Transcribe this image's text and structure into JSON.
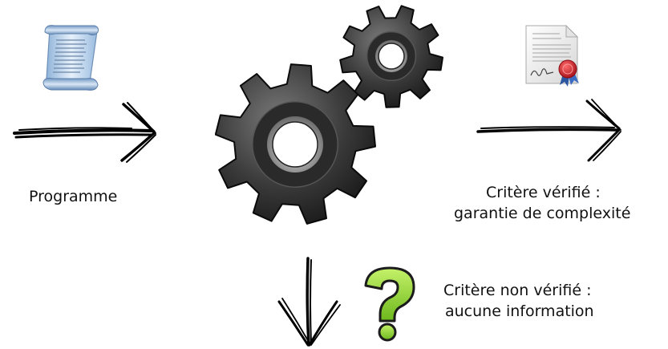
{
  "input": {
    "label": "Programme",
    "icon": "scroll-icon"
  },
  "processor": {
    "icon": "gears-icon"
  },
  "success": {
    "line1": "Critère vérifié :",
    "line2": "garantie de complexité",
    "icon": "certificate-icon",
    "seal_color": "#d61f2b"
  },
  "failure": {
    "line1": "Critère non vérifié :",
    "line2": "aucune information",
    "icon": "question-mark-icon",
    "color": "#8fd629"
  }
}
